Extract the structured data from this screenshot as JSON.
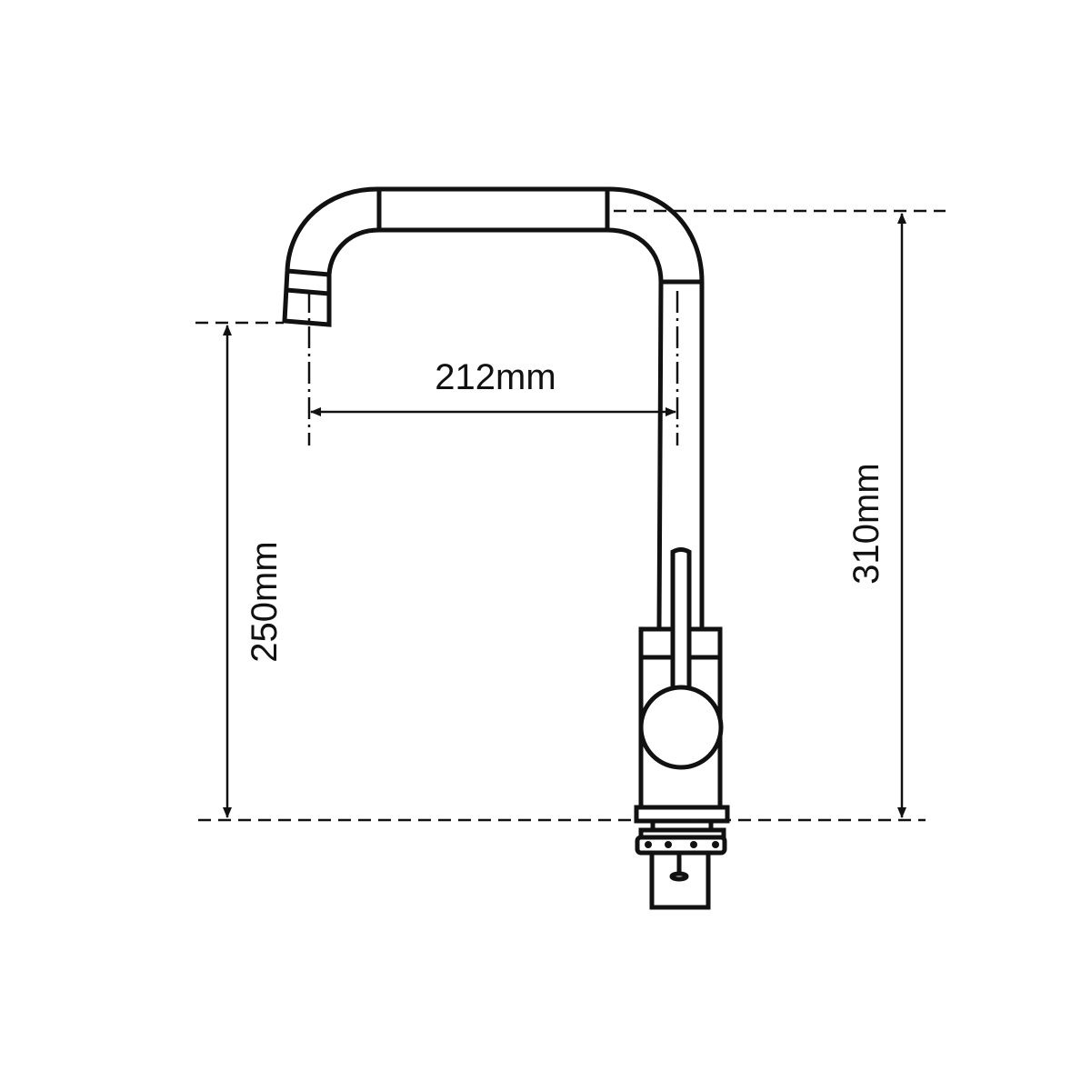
{
  "dimensions": {
    "reach": "212mm",
    "spout_height": "250mm",
    "total_height": "310mm"
  },
  "colors": {
    "line": "#111111",
    "background": "#ffffff"
  }
}
